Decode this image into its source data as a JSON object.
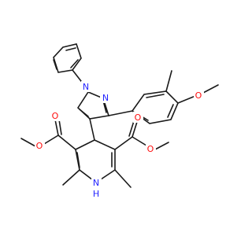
{
  "atoms": {
    "n1": {
      "text": "N",
      "color": "#2424ff"
    },
    "n2": {
      "text": "N",
      "color": "#2424ff"
    },
    "o_methoxy": {
      "text": "O",
      "color": "#ff0d0d"
    },
    "o_ester_left_carbonyl": {
      "text": "O",
      "color": "#ff0d0d"
    },
    "o_ester_left_ether": {
      "text": "O",
      "color": "#ff0d0d"
    },
    "o_ester_right_carbonyl": {
      "text": "O",
      "color": "#ff0d0d"
    },
    "o_ester_right_ether": {
      "text": "O",
      "color": "#ff0d0d"
    },
    "nh": {
      "text": "N",
      "color": "#2424ff"
    },
    "nh_h": {
      "text": "H",
      "color": "#2424ff"
    }
  },
  "colors": {
    "bond": "#1a1a1a",
    "background": "#ffffff"
  }
}
